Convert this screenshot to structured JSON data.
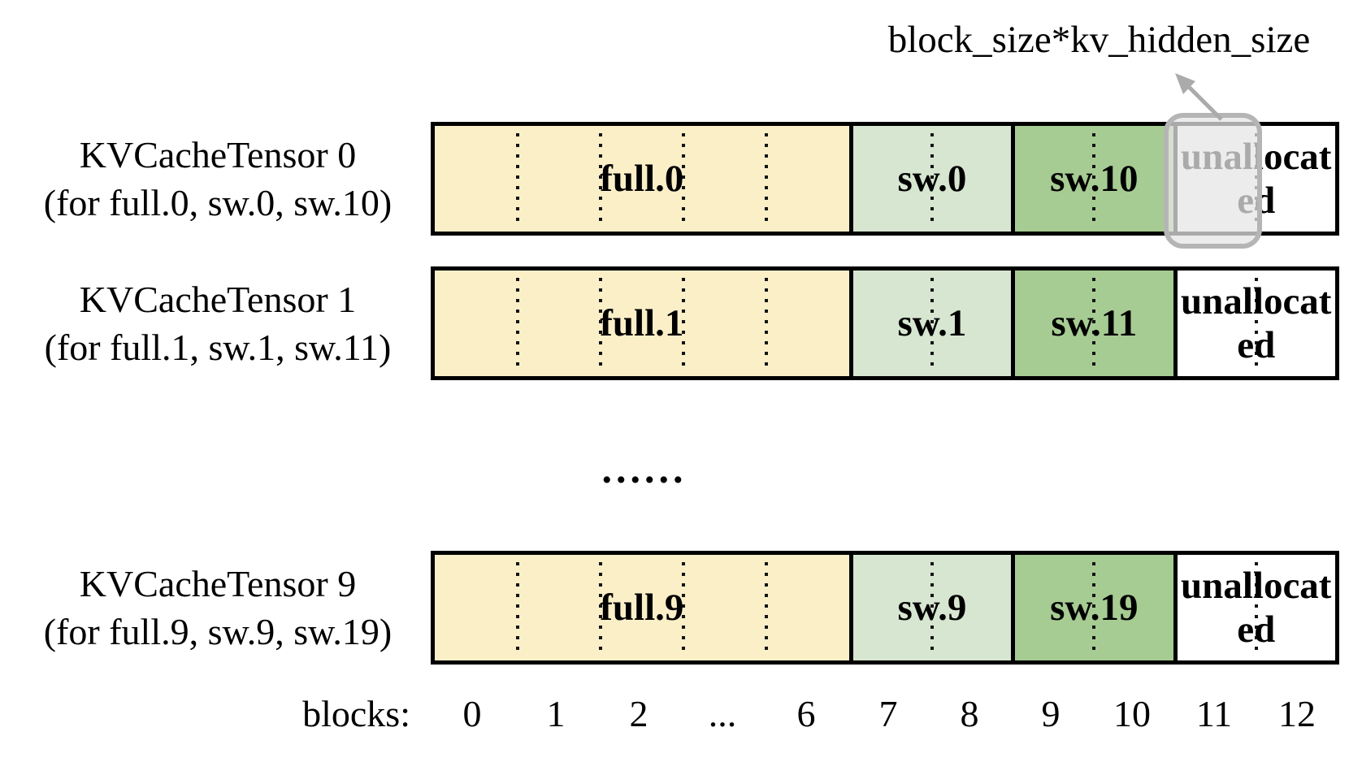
{
  "annotation": {
    "label": "block_size*kv_hidden_size"
  },
  "rows": [
    {
      "title": "KVCacheTensor 0",
      "subtitle": "(for full.0, sw.0, sw.10)",
      "segments": {
        "full": "full.0",
        "sw_light": "sw.0",
        "sw_dark": "sw.10",
        "unallocated": "unallocated"
      },
      "highlighted_block": "11"
    },
    {
      "title": "KVCacheTensor 1",
      "subtitle": "(for full.1, sw.1, sw.11)",
      "segments": {
        "full": "full.1",
        "sw_light": "sw.1",
        "sw_dark": "sw.11",
        "unallocated": "unallocated"
      }
    },
    {
      "title": "KVCacheTensor 9",
      "subtitle": "(for full.9, sw.9, sw.19)",
      "segments": {
        "full": "full.9",
        "sw_light": "sw.9",
        "sw_dark": "sw.19",
        "unallocated": "unallocated"
      }
    }
  ],
  "ellipsis": "......",
  "axis": {
    "label": "blocks:",
    "ticks": [
      "0",
      "1",
      "2",
      "...",
      "6",
      "7",
      "8",
      "9",
      "10",
      "11",
      "12"
    ]
  },
  "colors": {
    "full": "#FBEFC8",
    "sw_light": "#D7E6D0",
    "sw_dark": "#A7CC93",
    "unallocated": "#FFFFFF",
    "border": "#000000",
    "highlight_fill": "#E5E5E5",
    "highlight_border": "#B5B5B5",
    "arrow": "#ABABAB"
  }
}
